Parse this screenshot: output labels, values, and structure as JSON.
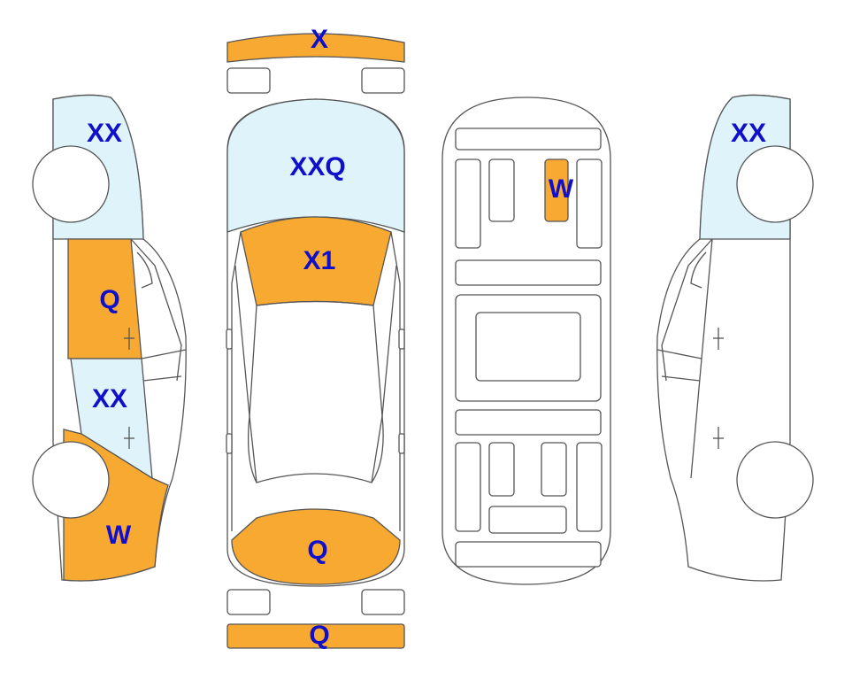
{
  "colors": {
    "damaged": "#f7a932",
    "glass": "#dff3fa",
    "body": "#ffffff",
    "outline": "#555555",
    "label": "#1010cc"
  },
  "labels": {
    "front_bumper": "X",
    "windshield": "XXQ",
    "hood": "X1",
    "trunk_lid": "Q",
    "rear_bumper": "Q",
    "floor_panel": "W",
    "left_rear_window": "XX",
    "left_rear_door": "Q",
    "left_front_window": "XX",
    "left_front_fender": "W",
    "right_rear_window": "XX"
  }
}
